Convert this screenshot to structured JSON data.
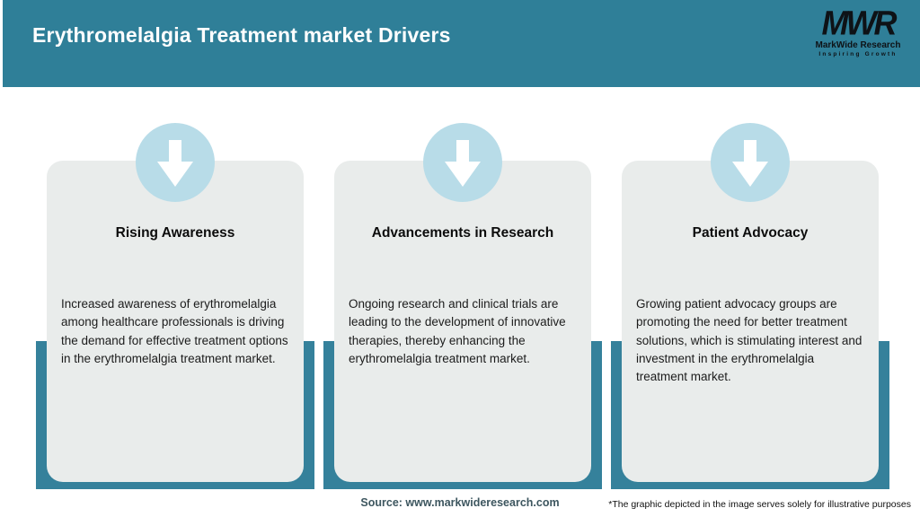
{
  "header": {
    "title": "Erythromelalgia Treatment market Drivers",
    "logo": {
      "acronym": "MWR",
      "name": "MarkWide Research",
      "tagline": "Inspiring Growth"
    }
  },
  "cards": [
    {
      "icon": "down-arrow-icon",
      "title": "Rising Awareness",
      "description": "Increased awareness of erythromelalgia among healthcare professionals is driving the demand for effective treatment options in the erythromelalgia treatment market."
    },
    {
      "icon": "down-arrow-icon",
      "title": "Advancements in Research",
      "description": "Ongoing research and clinical trials are leading to the development of innovative therapies, thereby enhancing the erythromelalgia treatment market."
    },
    {
      "icon": "down-arrow-icon",
      "title": "Patient Advocacy",
      "description": "Growing patient advocacy groups are promoting the need for better treatment solutions, which is stimulating interest and investment in the erythromelalgia treatment market."
    }
  ],
  "footer": {
    "source": "Source: www.markwideresearch.com",
    "disclaimer": "*The graphic depicted in the image serves solely for illustrative purposes"
  },
  "colors": {
    "header_teal": "#2F7F98",
    "backdrop_teal": "#35819B",
    "circle_blue": "#B8DCE8",
    "card_gray": "#E9ECEB"
  }
}
